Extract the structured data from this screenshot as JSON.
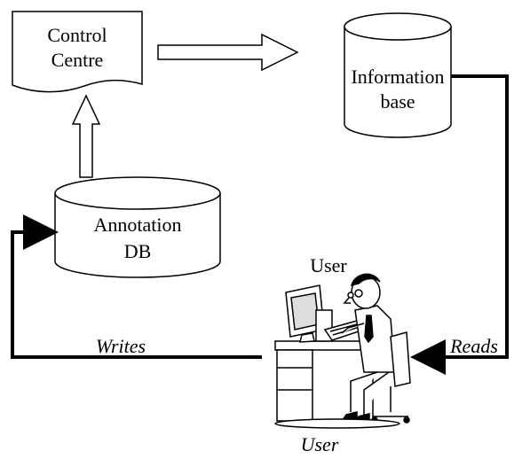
{
  "nodes": {
    "control_centre": {
      "line1": "Control",
      "line2": "Centre"
    },
    "information_base": {
      "line1": "Information",
      "line2": "base"
    },
    "annotation_db": {
      "line1": "Annotation",
      "line2": "DB"
    },
    "user_top_label": "User",
    "user_bottom_label": "User"
  },
  "edges": {
    "writes_label": "Writes",
    "reads_label": "Reads"
  },
  "icons": {
    "user_figure": "person-at-computer-icon"
  }
}
